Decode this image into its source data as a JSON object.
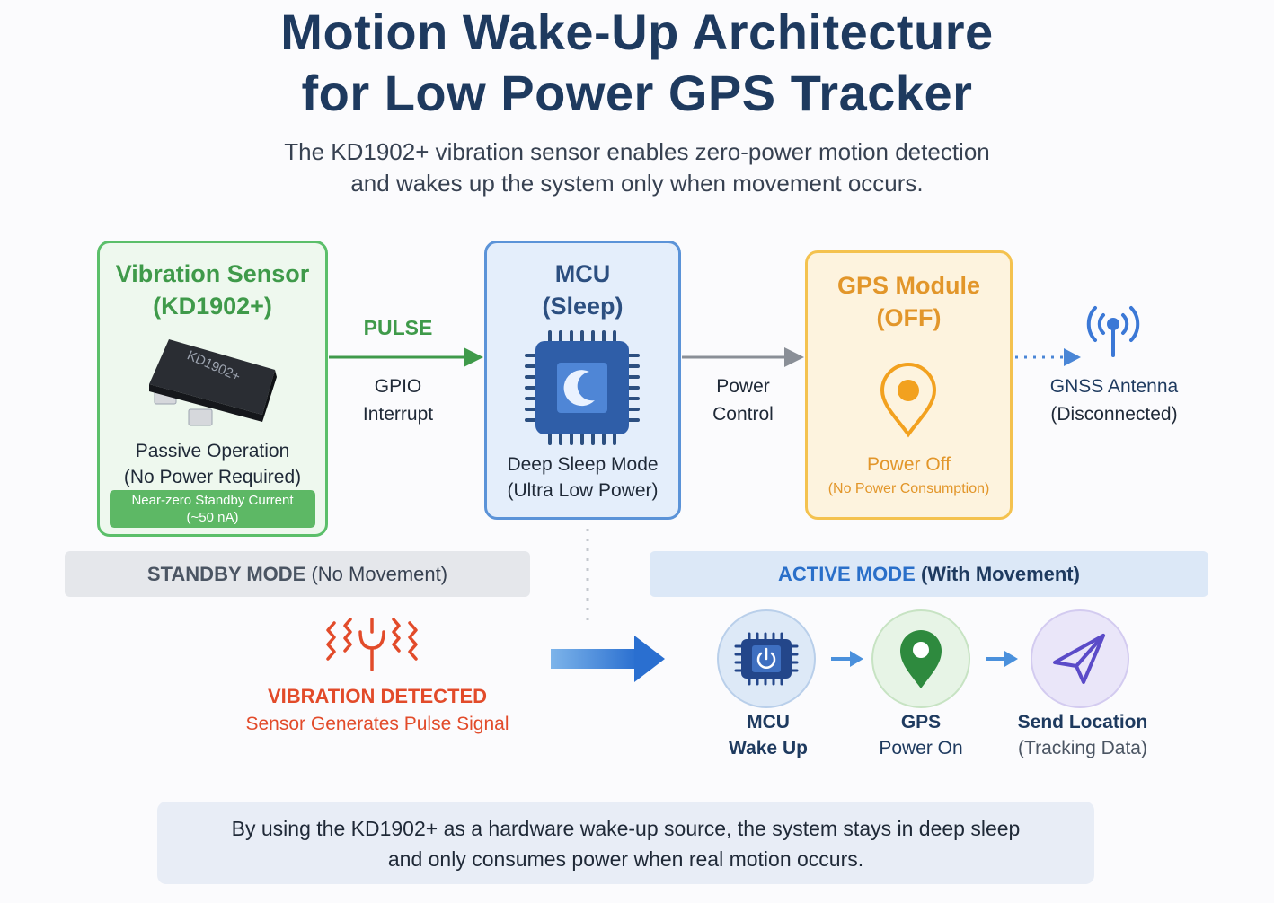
{
  "header": {
    "title_line1": "Motion Wake-Up Architecture",
    "title_line2": "for Low Power GPS Tracker",
    "subtitle_line1": "The KD1902+ vibration sensor enables zero-power motion detection",
    "subtitle_line2": "and wakes up the system only when movement occurs."
  },
  "sensor": {
    "title_line1": "Vibration Sensor",
    "title_line2": "(KD1902+)",
    "chip_marking": "KD1902+",
    "desc_line1": "Passive Operation",
    "desc_line2": "(No Power Required)",
    "badge_line1": "Near-zero Standby Current",
    "badge_line2": "(~50 nA)",
    "color": "#5bbf6a"
  },
  "edges": {
    "pulse": "PULSE",
    "gpio_line1": "GPIO",
    "gpio_line2": "Interrupt",
    "power_line1": "Power",
    "power_line2": "Control"
  },
  "mcu": {
    "title_line1": "MCU",
    "title_line2": "(Sleep)",
    "desc_line1": "Deep Sleep Mode",
    "desc_line2": "(Ultra Low Power)",
    "icon": "moon-chip-icon",
    "color": "#5b93d8"
  },
  "gps": {
    "title_line1": "GPS Module",
    "title_line2": "(OFF)",
    "desc_line1": "Power Off",
    "desc_line2": "(No Power  Consumption)",
    "icon": "location-pin-icon",
    "color": "#f4c24f"
  },
  "antenna": {
    "label_line1": "GNSS Antenna",
    "label_line2": "(Disconnected)",
    "icon": "antenna-icon"
  },
  "modes": {
    "standby_strong": "STANDBY MODE",
    "standby_rest": " (No Movement)",
    "active_strong": "ACTIVE MODE",
    "active_rest": " (With Movement)"
  },
  "vibration": {
    "title": "VIBRATION DETECTED",
    "subtitle": "Sensor Generates Pulse Signal",
    "icon": "vibration-icon",
    "color": "#e24b2a"
  },
  "active_steps": [
    {
      "line1": "MCU",
      "line2": "Wake Up",
      "icon": "power-chip-icon"
    },
    {
      "line1": "GPS",
      "line2": "Power On",
      "icon": "map-pin-icon"
    },
    {
      "line1": "Send Location",
      "line2": "(Tracking Data)",
      "icon": "send-icon"
    }
  ],
  "footer": {
    "line1": "By using the KD1902+ as a hardware wake-up source, the system stays in deep sleep",
    "line2": "and only consumes power when real motion occurs."
  }
}
